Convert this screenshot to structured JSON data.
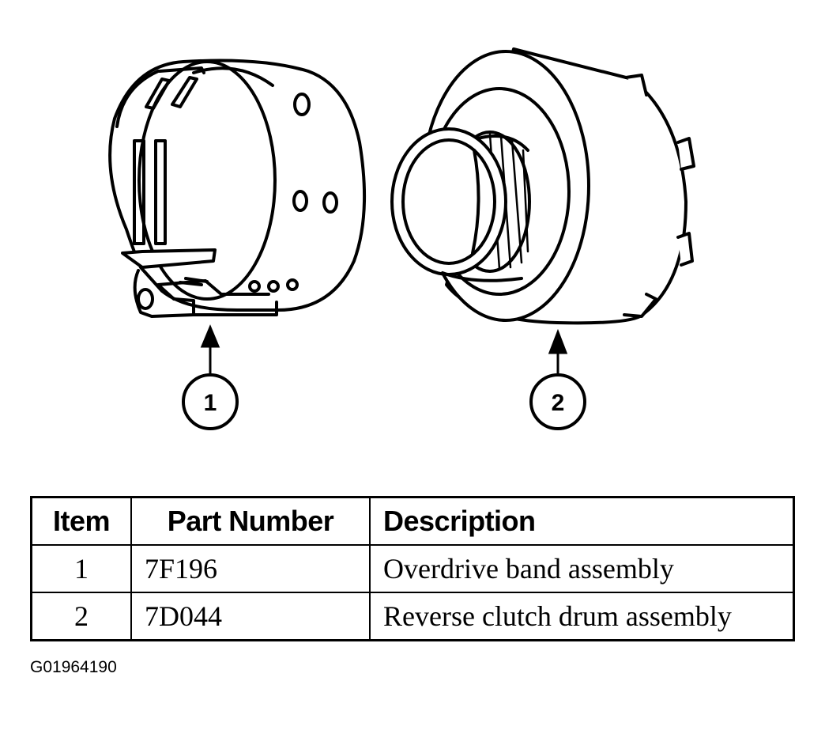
{
  "callouts": [
    {
      "number": "1",
      "icon": "overdrive-band-icon"
    },
    {
      "number": "2",
      "icon": "clutch-drum-icon"
    }
  ],
  "table": {
    "headers": {
      "item": "Item",
      "part_number": "Part Number",
      "description": "Description"
    },
    "rows": [
      {
        "item": "1",
        "part_number": "7F196",
        "description": "Overdrive band assembly"
      },
      {
        "item": "2",
        "part_number": "7D044",
        "description": "Reverse clutch drum assembly"
      }
    ]
  },
  "figure_id": "G01964190"
}
